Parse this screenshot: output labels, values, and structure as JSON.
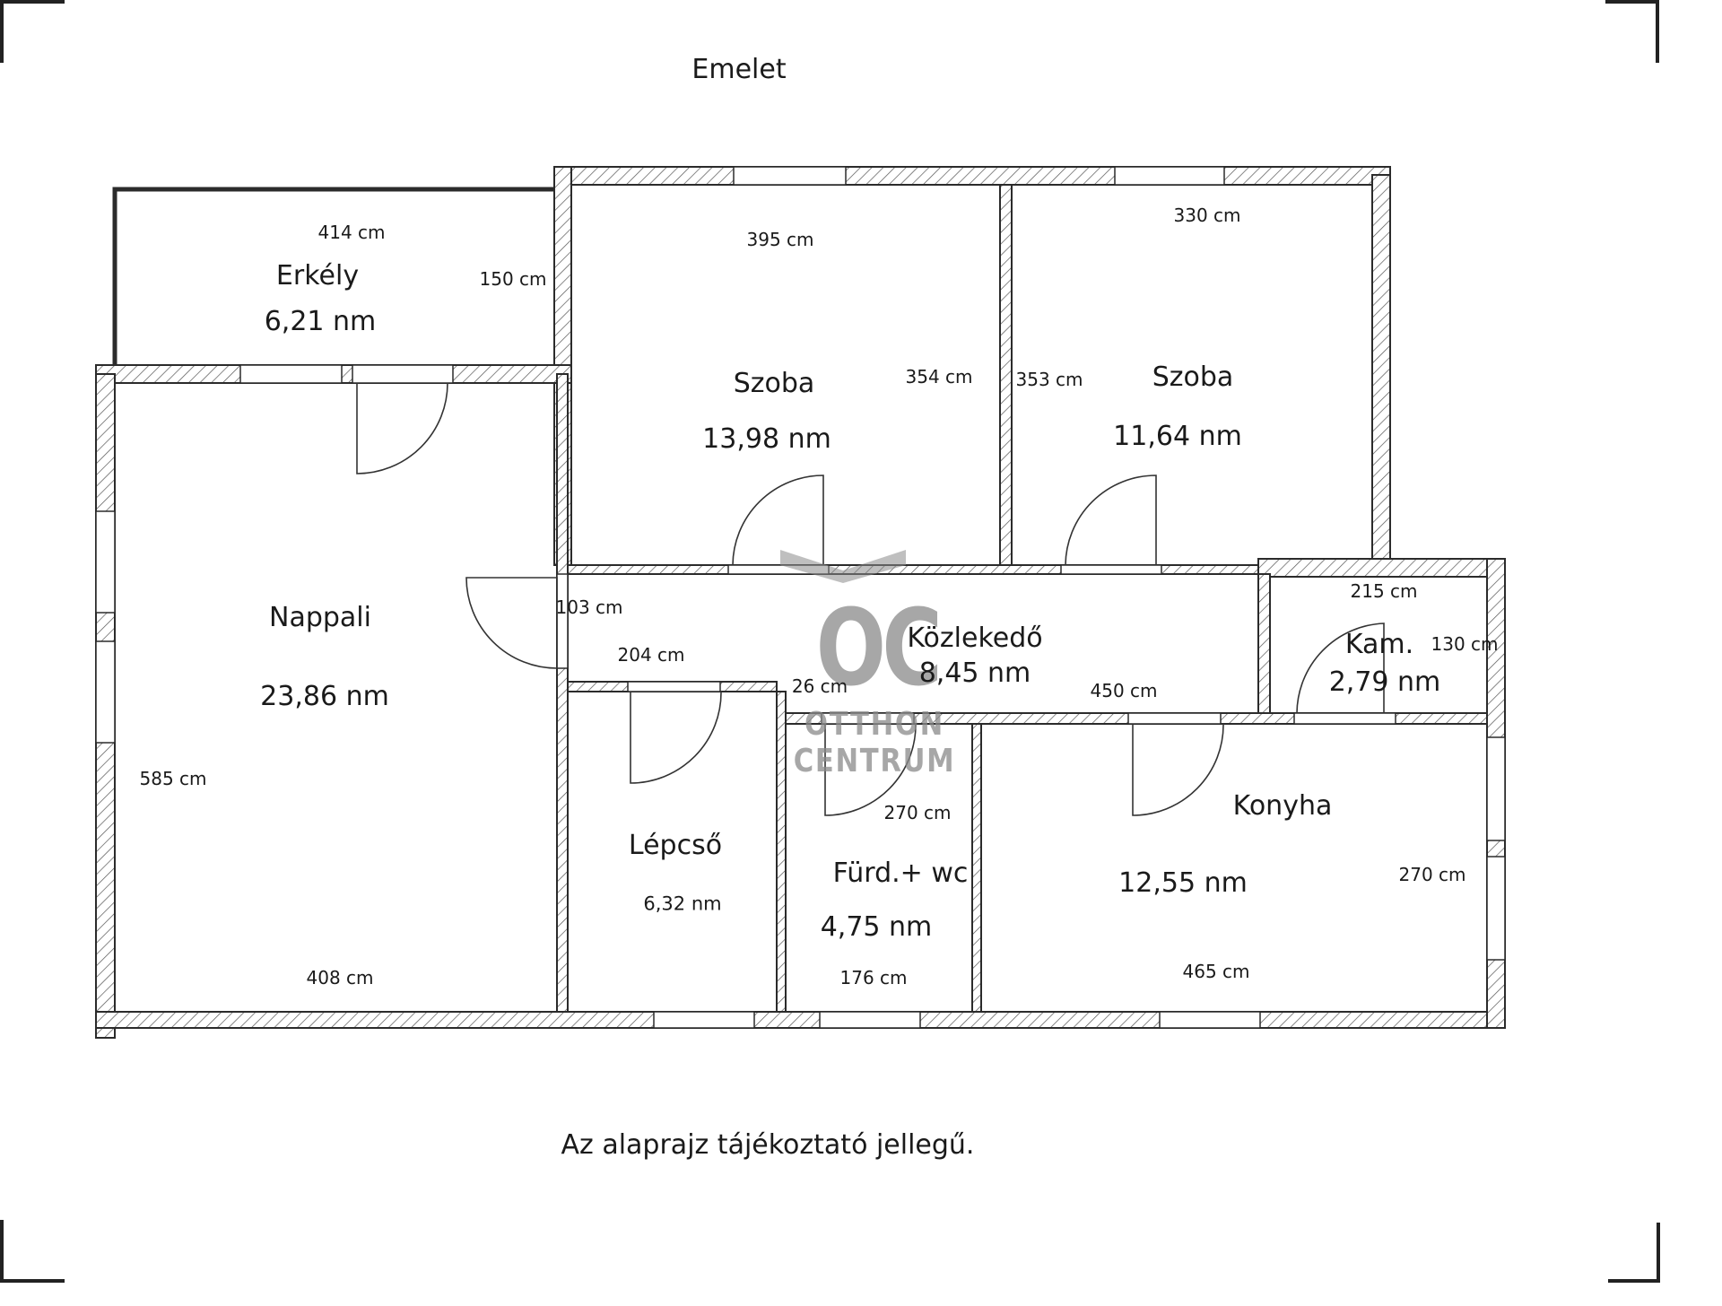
{
  "title": "Emelet",
  "note": "Az alaprajz tájékoztató jellegű.",
  "watermark": {
    "logo": "OC",
    "line1": "OTTHON",
    "line2": "CENTRUM",
    "color": "#8a8a8a"
  },
  "colors": {
    "wall_stroke": "#2b2b2b",
    "hatch": "#555555",
    "background": "#ffffff"
  },
  "rooms": [
    {
      "name": "Erkély",
      "area": "6,21 nm",
      "dims": [
        "414 cm",
        "150 cm"
      ]
    },
    {
      "name": "Nappali",
      "area": "23,86 nm",
      "dims": [
        "585 cm",
        "408 cm"
      ]
    },
    {
      "name": "Szoba",
      "area": "13,98 nm",
      "dims": [
        "395 cm",
        "354 cm"
      ]
    },
    {
      "name": "Szoba",
      "area": "11,64 nm",
      "dims": [
        "330 cm",
        "353 cm"
      ]
    },
    {
      "name": "Közlekedő",
      "area": "8,45 nm",
      "dims": [
        "103 cm",
        "204 cm",
        "26 cm",
        "450 cm"
      ]
    },
    {
      "name": "Kam.",
      "area": "2,79 nm",
      "dims": [
        "215 cm",
        "130 cm"
      ]
    },
    {
      "name": "Lépcső",
      "area": "6,32 nm",
      "dims": []
    },
    {
      "name": "Fürd.+ wc",
      "area": "4,75 nm",
      "dims": [
        "270 cm",
        "176 cm"
      ]
    },
    {
      "name": "Konyha",
      "area": "12,55 nm",
      "dims": [
        "270 cm",
        "465 cm"
      ]
    }
  ]
}
